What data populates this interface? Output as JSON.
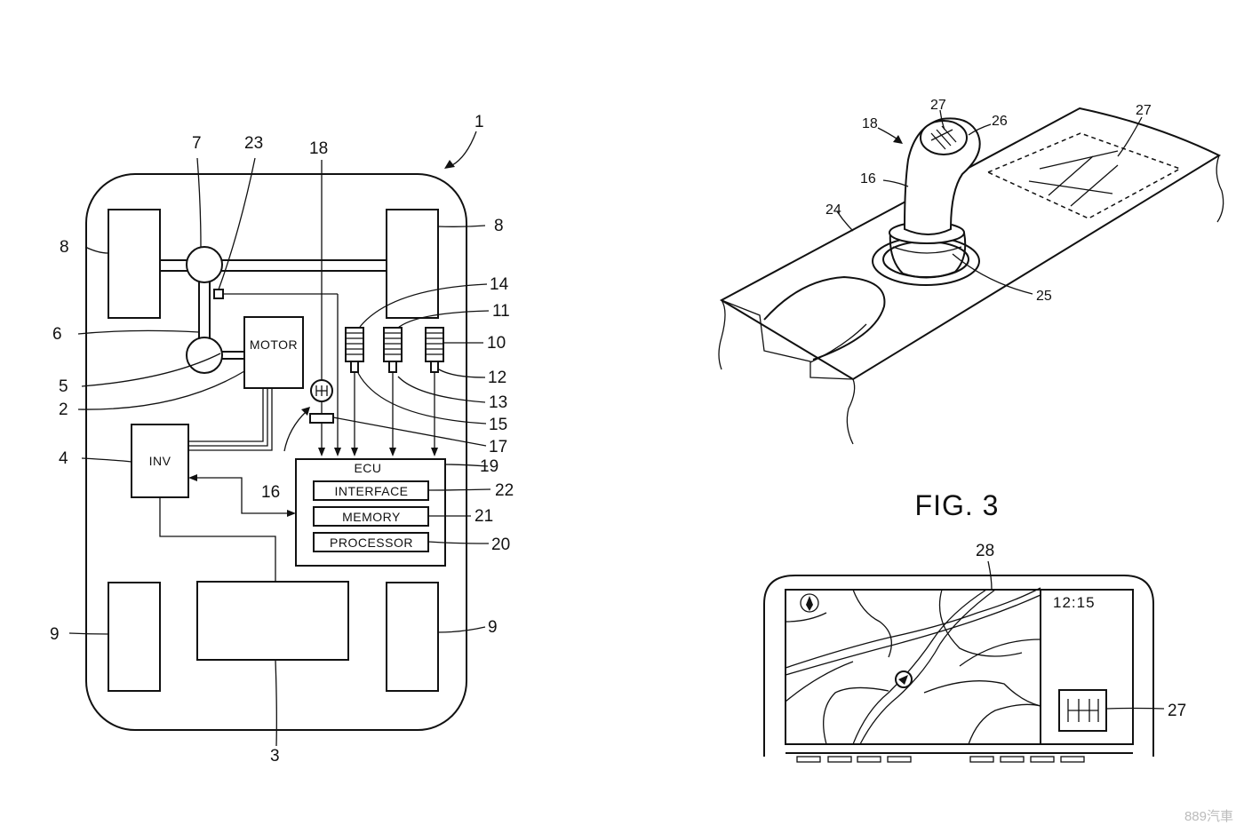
{
  "fig2": {
    "system_ref": "1",
    "motor_label": "MOTOR",
    "inverter_label": "INV",
    "ecu_label": "ECU",
    "interface_label": "INTERFACE",
    "memory_label": "MEMORY",
    "processor_label": "PROCESSOR",
    "refs": {
      "r1": "1",
      "r2": "2",
      "r3": "3",
      "r4": "4",
      "r5": "5",
      "r6": "6",
      "r7": "7",
      "r8a": "8",
      "r8b": "8",
      "r9a": "9",
      "r9b": "9",
      "r10": "10",
      "r11": "11",
      "r12": "12",
      "r13": "13",
      "r14": "14",
      "r15": "15",
      "r16": "16",
      "r17": "17",
      "r18": "18",
      "r19": "19",
      "r20": "20",
      "r21": "21",
      "r22": "22",
      "r23": "23"
    }
  },
  "fig1": {
    "refs": {
      "r18": "18",
      "r27a": "27",
      "r26": "26",
      "r27b": "27",
      "r16": "16",
      "r24": "24",
      "r25": "25"
    }
  },
  "fig3": {
    "title": "FIG. 3",
    "screen_ref": "28",
    "clock": "12:15",
    "shift_pattern_ref": "27"
  },
  "watermark": "889汽車"
}
